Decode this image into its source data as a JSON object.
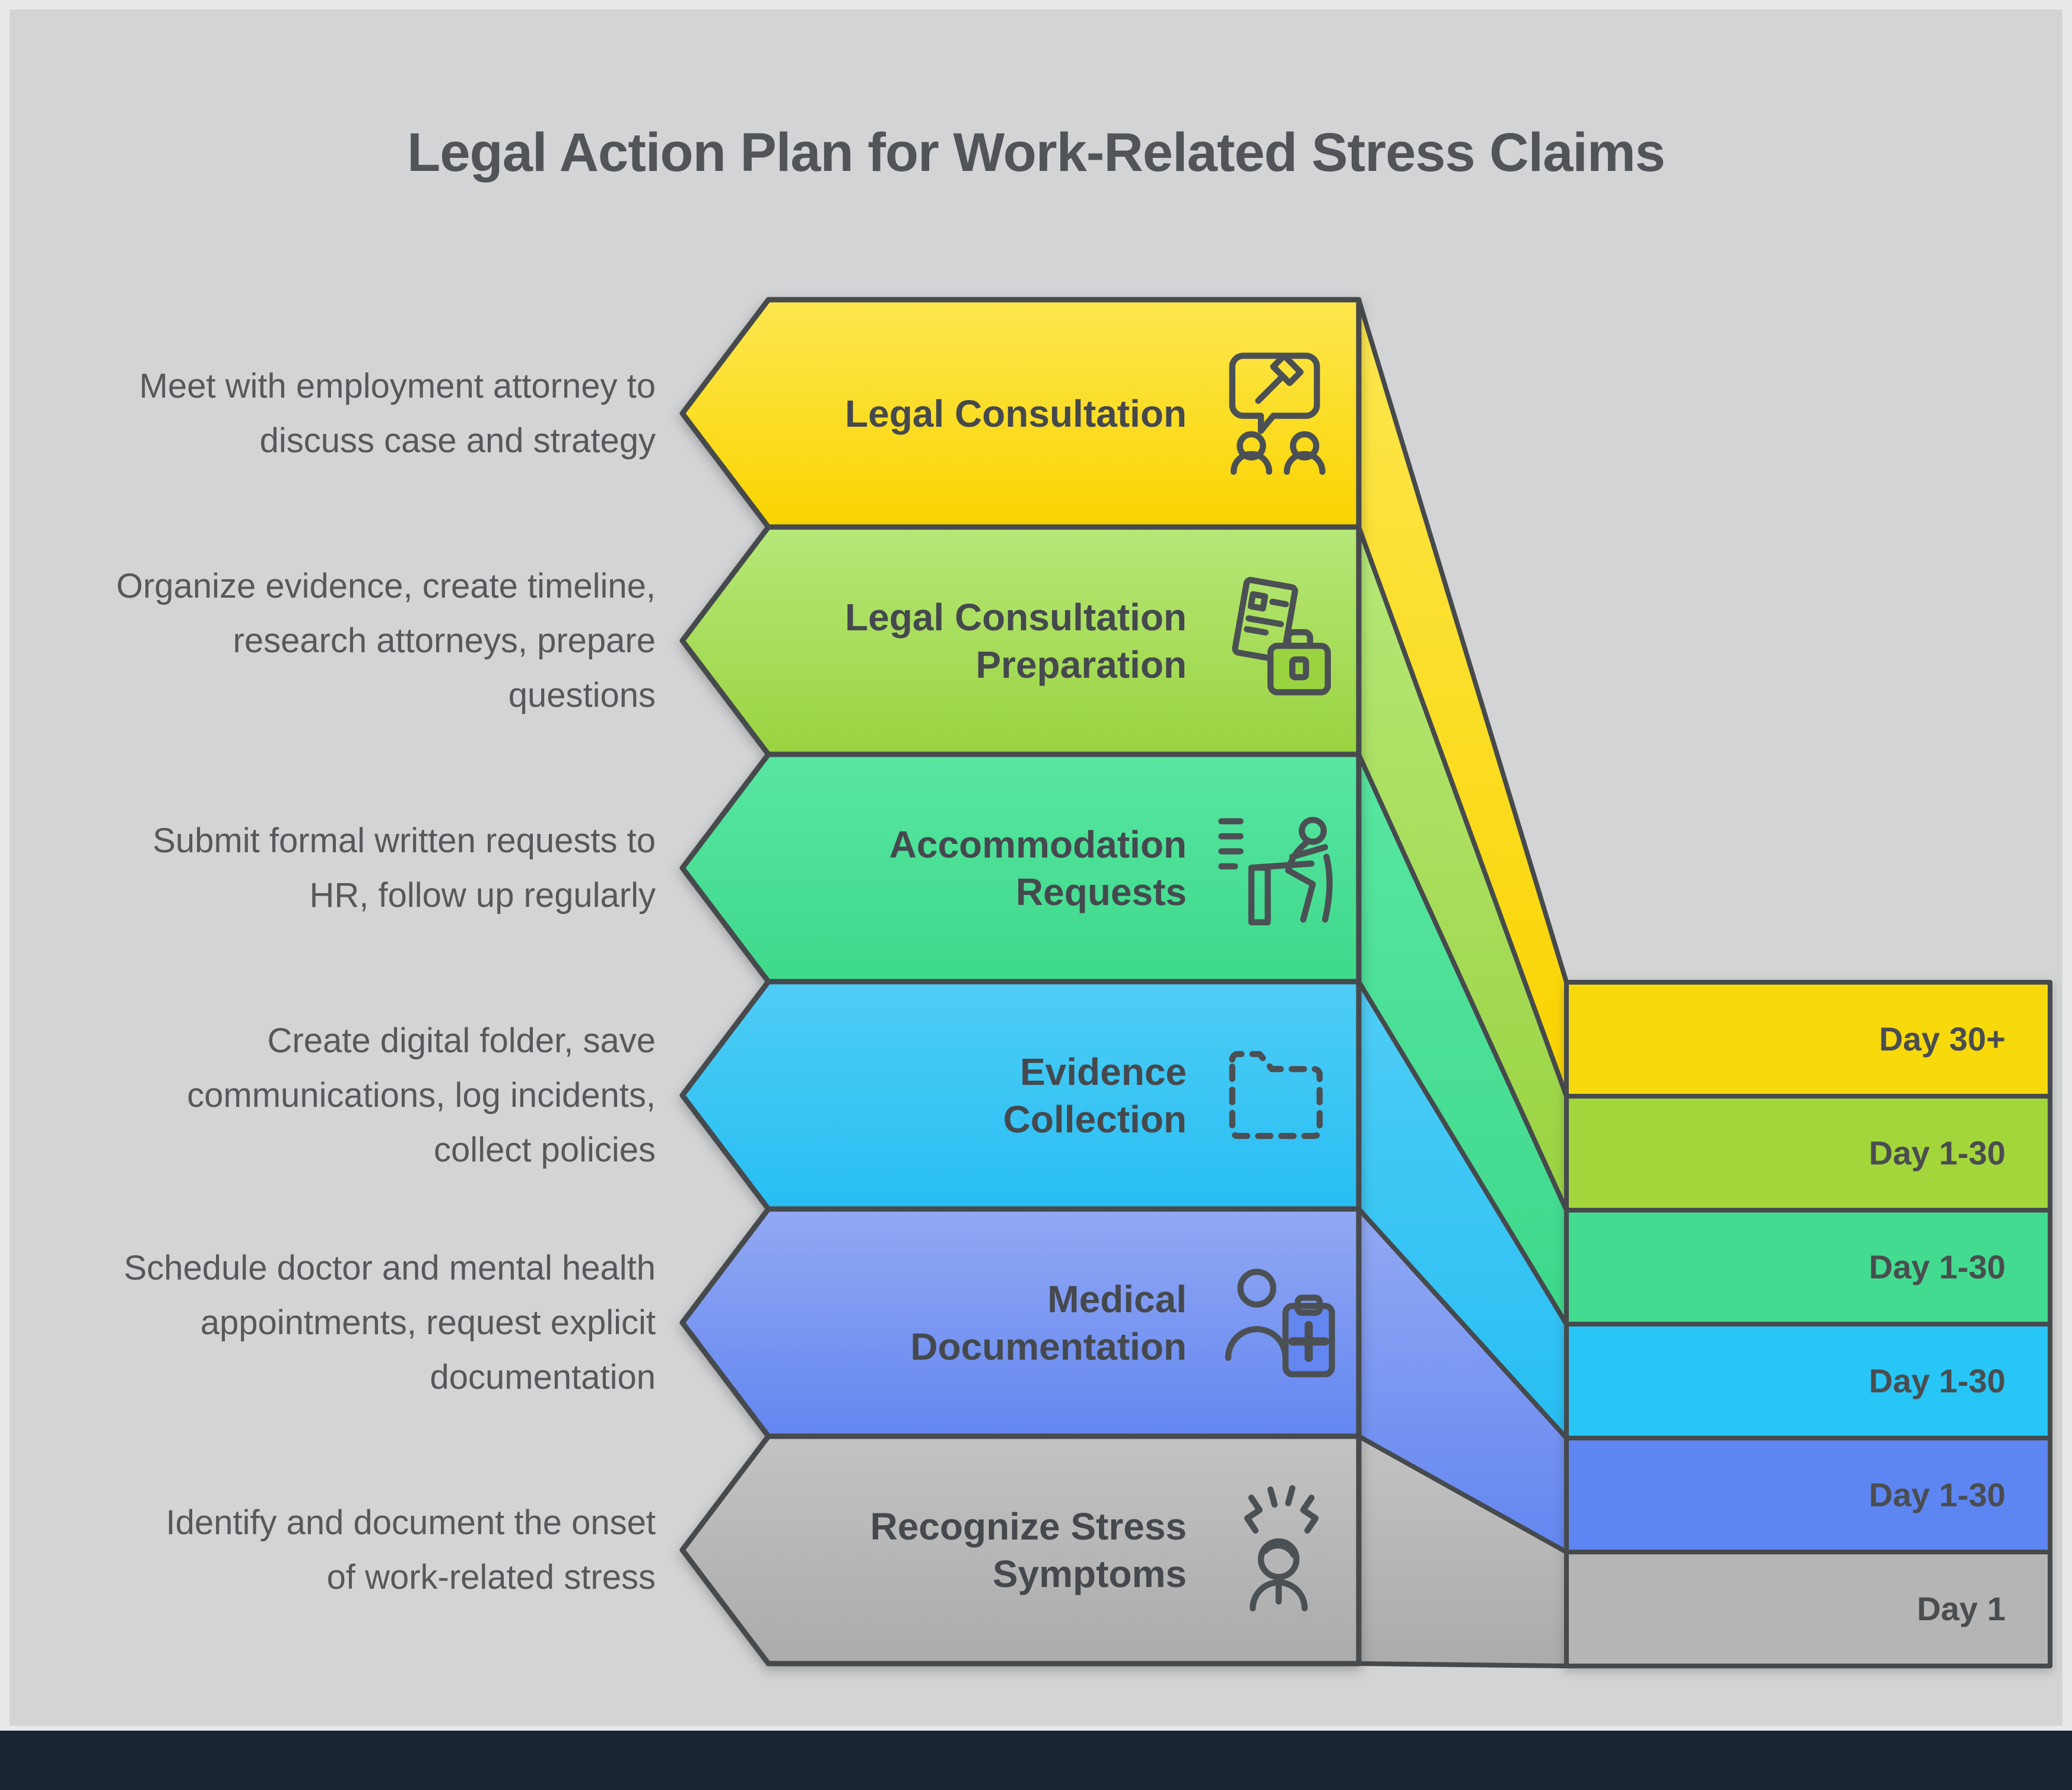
{
  "title": "Legal Action Plan for Work-Related Stress Claims",
  "colors": {
    "background": "#D2D4D5",
    "frame": "#E8E9EA",
    "outline": "#464A4D",
    "footer_bar": "#1B2433",
    "text_dark": "#45494E"
  },
  "steps": [
    {
      "label": "Legal Consultation",
      "description": "Meet with employment attorney to\ndiscuss case and strategy",
      "day": "Day 30+",
      "icon": "gavel-speech-bubble-icon",
      "color_top": "#FCE74F",
      "color_bottom": "#FAD400",
      "box_color": "#F8D90B"
    },
    {
      "label": "Legal Consultation\nPreparation",
      "description": "Organize evidence, create timeline,\nresearch attorneys, prepare\nquestions",
      "day": "Day 1-30",
      "icon": "documents-briefcase-icon",
      "color_top": "#B6E878",
      "color_bottom": "#9AD340",
      "box_color": "#A2D63B"
    },
    {
      "label": "Accommodation\nRequests",
      "description": "Submit formal written requests to\nHR, follow up regularly",
      "day": "Day 1-30",
      "icon": "person-at-desk-icon",
      "color_top": "#58E6A1",
      "color_bottom": "#3ED98B",
      "box_color": "#43DB8F"
    },
    {
      "label": "Evidence\nCollection",
      "description": "Create digital folder, save\ncommunications, log incidents,\ncollect policies",
      "day": "Day 1-30",
      "icon": "dashed-folder-icon",
      "color_top": "#4FCDF6",
      "color_bottom": "#27BEF2",
      "box_color": "#27C6F6"
    },
    {
      "label": "Medical\nDocumentation",
      "description": "Schedule doctor and mental health\nappointments, request explicit\ndocumentation",
      "day": "Day 1-30",
      "icon": "person-clipboard-medical-icon",
      "color_top": "#92A9F3",
      "color_bottom": "#6386F0",
      "box_color": "#5E86F2"
    },
    {
      "label": "Recognize Stress\nSymptoms",
      "description": "Identify and document the onset\nof work-related stress",
      "day": "Day 1",
      "icon": "stressed-person-icon",
      "color_top": "#C3C3C3",
      "color_bottom": "#ABABAB",
      "box_color": "#B5B5B5"
    }
  ]
}
